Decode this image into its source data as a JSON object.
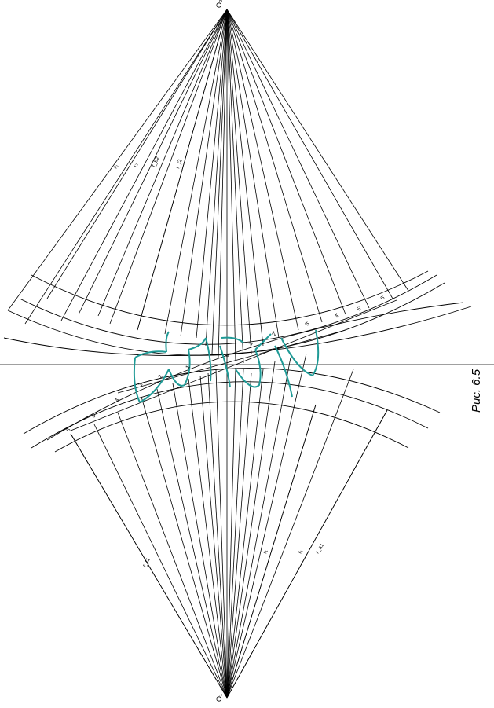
{
  "figure": {
    "caption": "Рис. 6.5",
    "upper_center_label": "O₂",
    "lower_center_label": "O₁",
    "upper_radius_labels": [
      "r₂",
      "r₂",
      "r_b2",
      "r_f2"
    ],
    "lower_radius_labels": [
      "r_f1",
      "r₁",
      "r₁",
      "r_a1"
    ],
    "contact_point_labels": [
      "6",
      "5",
      "4",
      "3",
      "2",
      "1",
      "0",
      "1'",
      "2'",
      "3'",
      "4'",
      "5'",
      "6'"
    ],
    "colors": {
      "lines": "#000000",
      "tooth_profiles": "#1f9a96",
      "background": "#ffffff"
    }
  }
}
